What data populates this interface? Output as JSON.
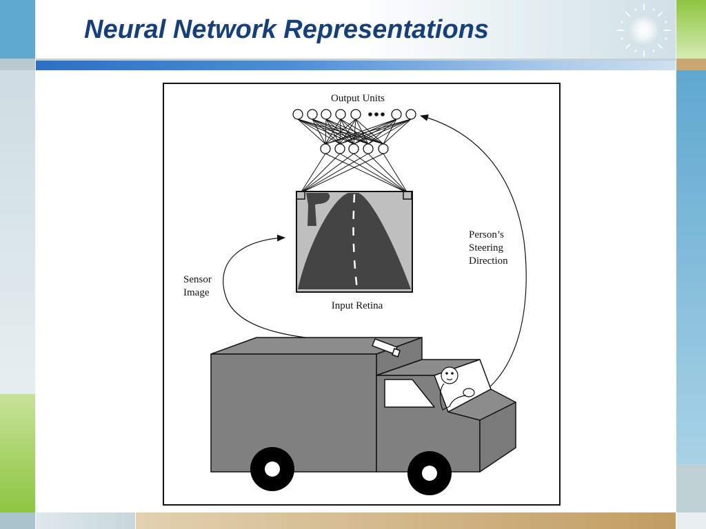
{
  "slide": {
    "title": "Neural Network Representations"
  },
  "diagram": {
    "output_layer_label": "Output Units",
    "input_layer_label": "Input Retina",
    "sensor_label_line1": "Sensor",
    "sensor_label_line2": "Image",
    "steering_label_line1": "Person’s",
    "steering_label_line2": "Steering",
    "steering_label_line3": "Direction",
    "visible_output_units": 7,
    "hidden_units": 5
  },
  "theme": {
    "title_color": "#17407a",
    "accent_blue": "#5fa8cf",
    "accent_green": "#8cc63f",
    "accent_tan": "#c9a772",
    "vehicle_gray": "#808080",
    "road_gray": "#444444"
  }
}
